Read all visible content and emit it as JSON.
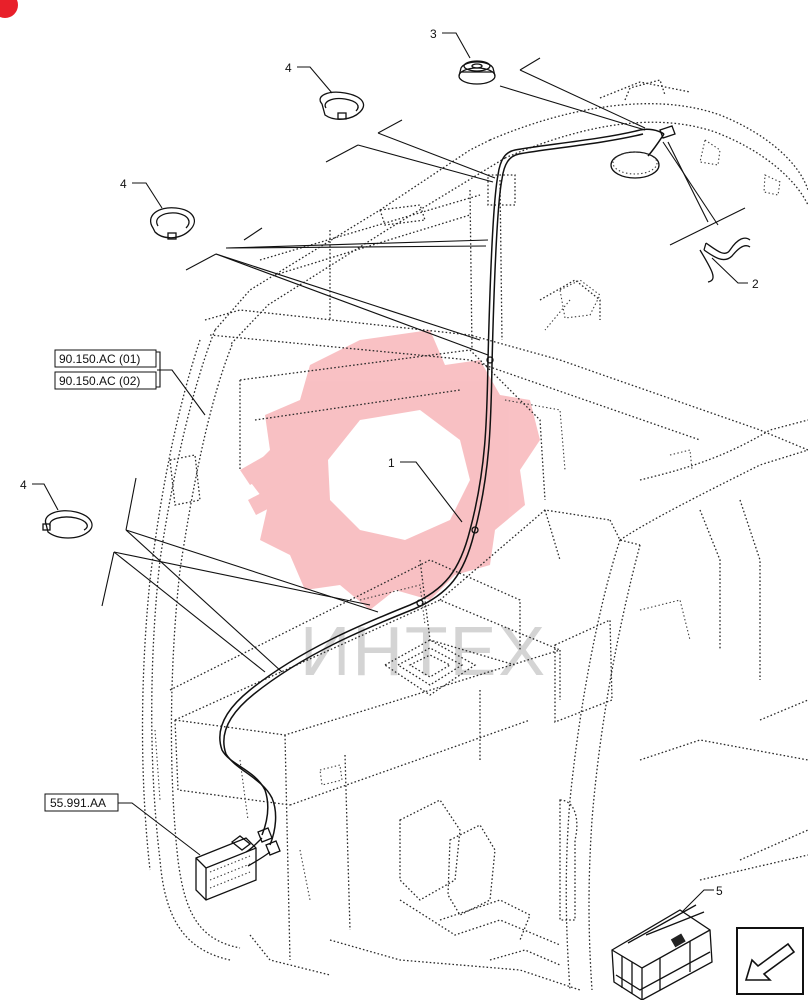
{
  "item_numbers": [
    "1",
    "2",
    "3",
    "4",
    "4",
    "4",
    "5"
  ],
  "references": {
    "ref_1": "90.150.AC (01)",
    "ref_2": "90.150.AC (02)",
    "ref_3": "55.991.AA"
  },
  "watermark_text": "ИНТЕХ",
  "colors": {
    "line": "#111111",
    "watermark": "#e8202a",
    "navigation_badge": "#e8202a"
  },
  "icons": [
    "corner-badge-icon",
    "navigation-arrow-icon",
    "watermark-gear-logo"
  ]
}
